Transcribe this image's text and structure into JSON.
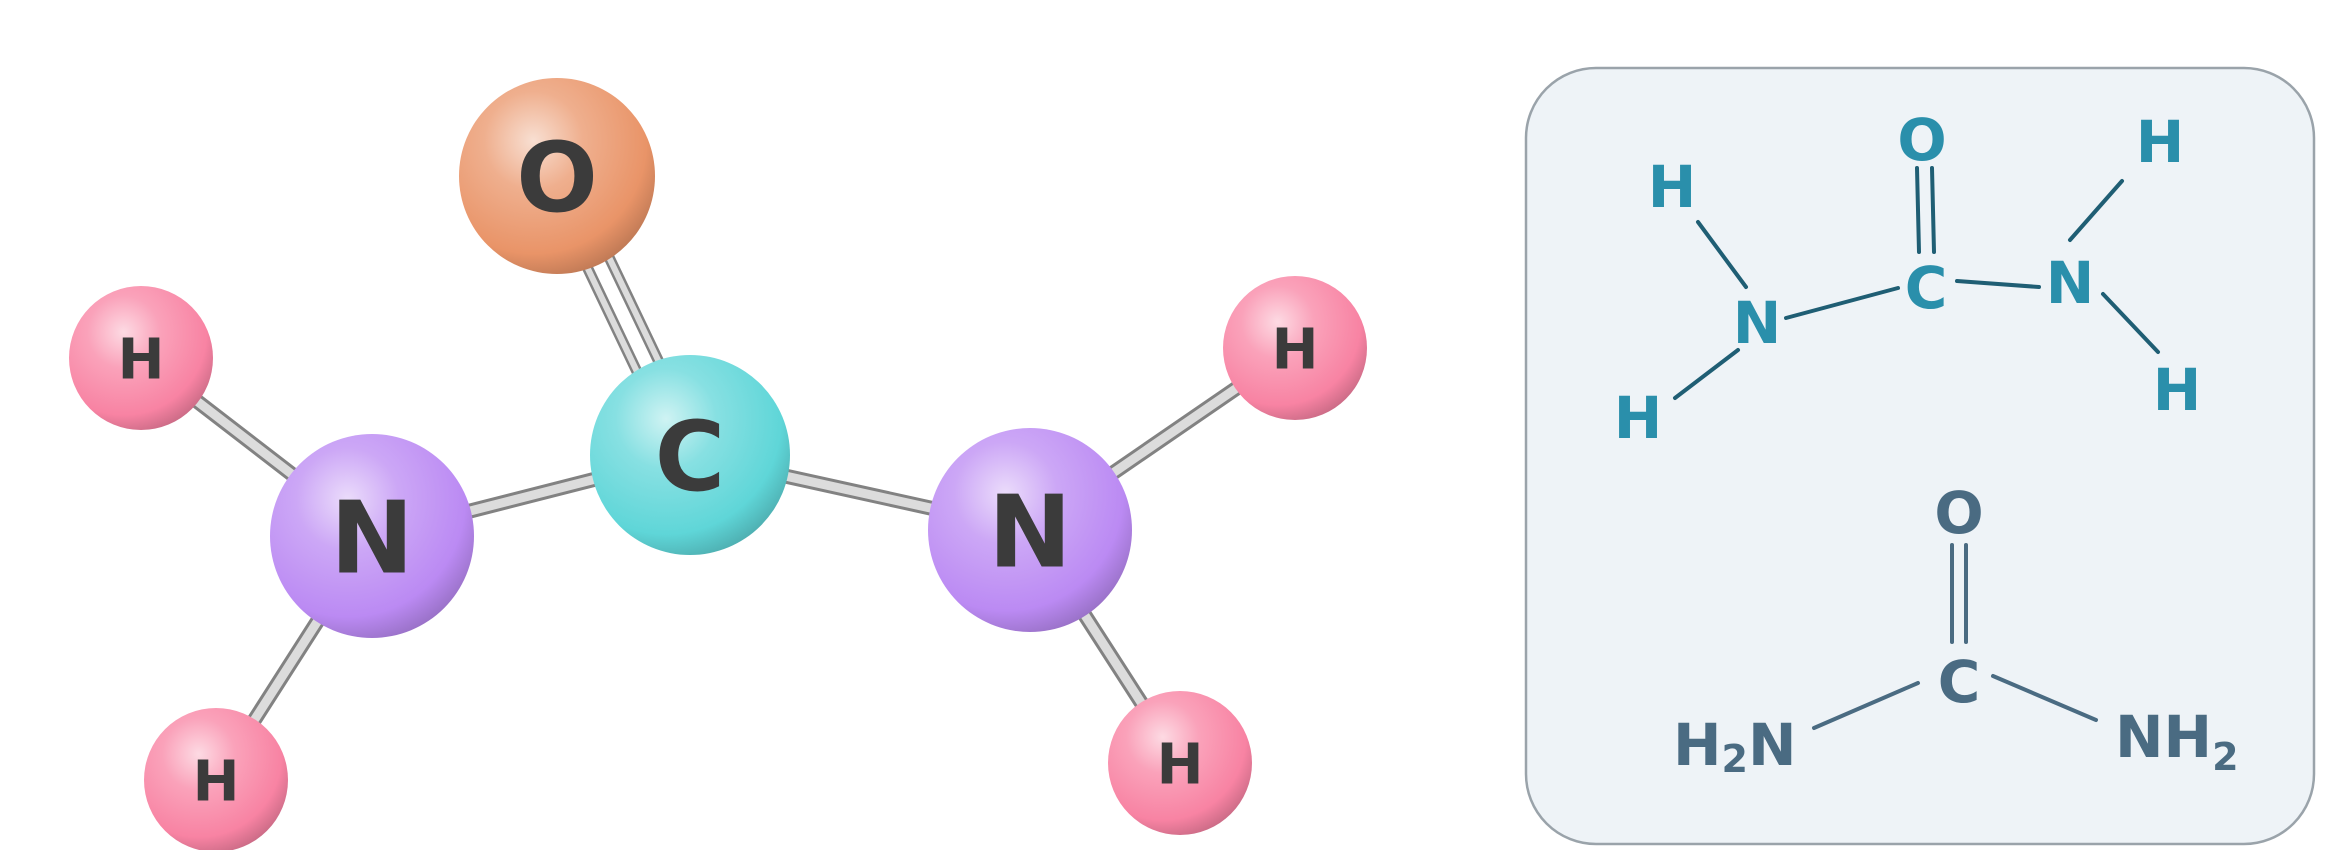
{
  "ball_and_stick_model": {
    "atoms": [
      {
        "id": "o",
        "element": "O",
        "color": "#e99468"
      },
      {
        "id": "c",
        "element": "C",
        "color": "#5fd6d8"
      },
      {
        "id": "n1",
        "element": "N",
        "color": "#bb8af3"
      },
      {
        "id": "n2",
        "element": "N",
        "color": "#bb8af3"
      },
      {
        "id": "h1",
        "element": "H",
        "color": "#f883a3"
      },
      {
        "id": "h2",
        "element": "H",
        "color": "#f883a3"
      },
      {
        "id": "h3",
        "element": "H",
        "color": "#f883a3"
      },
      {
        "id": "h4",
        "element": "H",
        "color": "#f883a3"
      }
    ],
    "bonds": [
      {
        "from": "c",
        "to": "o",
        "order": 2
      },
      {
        "from": "c",
        "to": "n1",
        "order": 1
      },
      {
        "from": "c",
        "to": "n2",
        "order": 1
      },
      {
        "from": "n1",
        "to": "h1",
        "order": 1
      },
      {
        "from": "n1",
        "to": "h2",
        "order": 1
      },
      {
        "from": "n2",
        "to": "h3",
        "order": 1
      },
      {
        "from": "n2",
        "to": "h4",
        "order": 1
      }
    ],
    "bond_color": "#b9b9b9"
  },
  "structural_formula": {
    "color": "#2a8fab",
    "labels": {
      "o": "O",
      "c": "C",
      "n_left": "N",
      "n_right": "N",
      "h_left_top": "H",
      "h_left_bottom": "H",
      "h_right_top": "H",
      "h_right_bottom": "H"
    }
  },
  "condensed_formula": {
    "color": "#4a6b82",
    "o": "O",
    "c": "C",
    "left_group": {
      "prefix": "H",
      "subscript": "2",
      "suffix": "N"
    },
    "right_group": {
      "prefix": "NH",
      "subscript": "2"
    }
  },
  "panel": {
    "background": "#eef3f7",
    "border": "#9aa3aa"
  }
}
